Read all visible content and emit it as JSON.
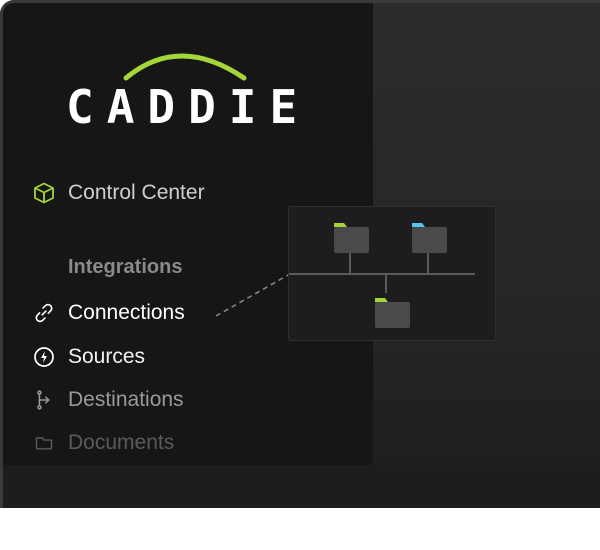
{
  "brand": {
    "name": "CADDIE",
    "accent": "#a4d63a"
  },
  "nav": {
    "control_center": {
      "label": "Control Center",
      "icon": "cube-icon"
    },
    "integrations_section": "Integrations",
    "items": [
      {
        "label": "Connections",
        "icon": "link-icon"
      },
      {
        "label": "Sources",
        "icon": "bolt-circle-icon"
      },
      {
        "label": "Destinations",
        "icon": "branch-icon"
      },
      {
        "label": "Documents",
        "icon": "folder-icon"
      }
    ]
  },
  "diagram": {
    "folder_colors": [
      "#a4d63a",
      "#5bc4ee",
      "#a4d63a"
    ],
    "folder_body": "#4a4a4a"
  }
}
